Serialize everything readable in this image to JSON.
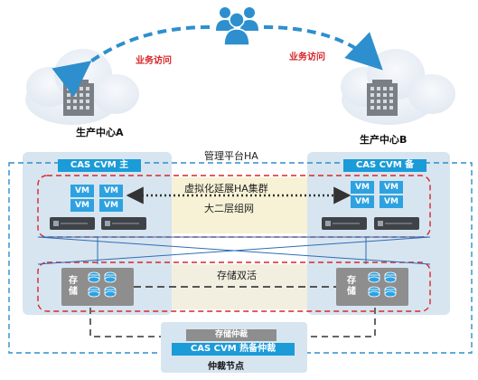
{
  "labels": {
    "business_access_left": "业务访问",
    "business_access_right": "业务访问",
    "center_a": "生产中心A",
    "center_b": "生产中心B",
    "mgmt_platform": "管理平台HA",
    "cvm_primary": "CAS CVM 主",
    "cvm_backup": "CAS CVM 备",
    "ha_cluster": "虚拟化延展HA集群",
    "layer2": "大二层组网",
    "storage_active": "存储双活",
    "storage_word": "存储",
    "storage_arbitration": "存储仲裁",
    "cvm_hot_standby": "CAS CVM 热备仲裁",
    "arbitration_node": "仲裁节点"
  },
  "vm_label": "VM",
  "colors": {
    "blue_accent": "#1b9bd8",
    "red_text": "#d9262a",
    "dashed_blue": "#2e8fce",
    "dashed_red": "#d9262a",
    "cloud_fill": "#eaf0f6",
    "center_box_fill": "#d7e5f0",
    "highlight_fill": "#f7f2d6",
    "storage_gray": "#8e8e8e"
  },
  "icons": [
    "users-icon",
    "building-icon",
    "server-icon",
    "disk-icon",
    "cloud-icon"
  ]
}
